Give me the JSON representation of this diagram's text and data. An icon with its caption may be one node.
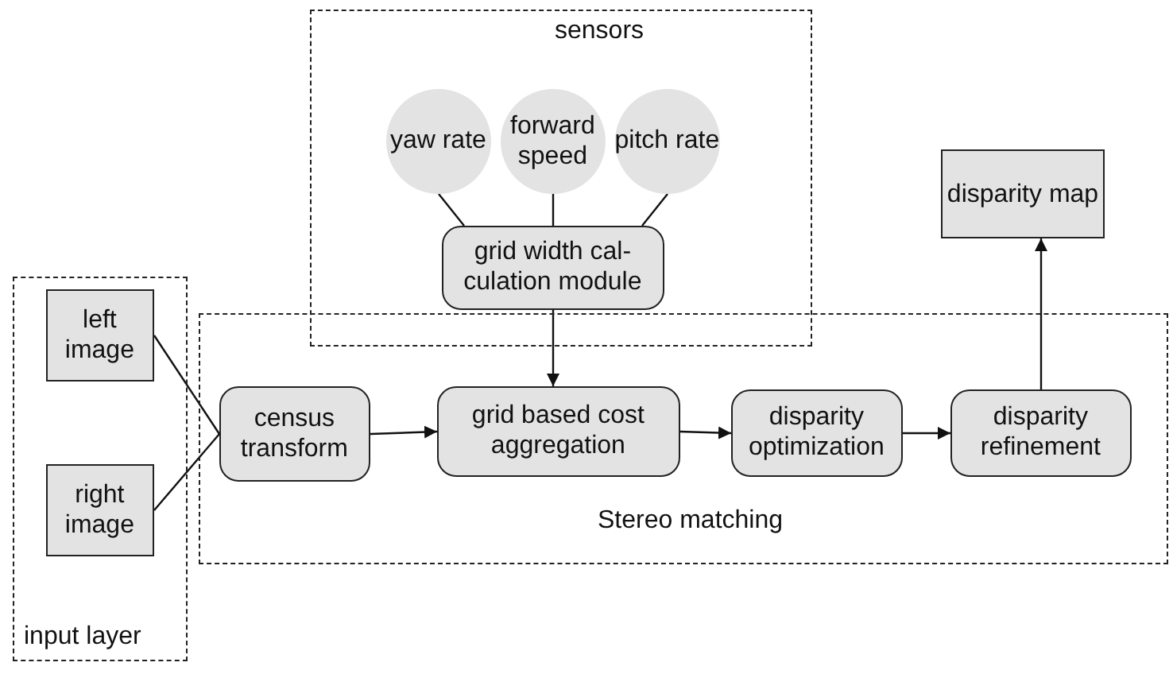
{
  "diagram": {
    "nodes": [
      {
        "text": [
          "sensors"
        ]
      },
      {
        "text": [
          "yaw rate"
        ],
        "in": 0
      },
      {
        "text": [
          "forward speed"
        ],
        "in": 0
      },
      {
        "text": [
          "pitch rate"
        ],
        "in": 0
      },
      {
        "text": [
          "grid width cal- culation module"
        ],
        "in": 0
      },
      {
        "text": [
          "input layer"
        ]
      },
      {
        "text": [
          "left image"
        ],
        "in": 5
      },
      {
        "text": [
          "right image"
        ],
        "in": 5
      },
      {
        "text": [
          "Stereo matching"
        ]
      },
      {
        "text": [
          "census transform"
        ],
        "in": 8
      },
      {
        "text": [
          "grid based cost aggregation"
        ],
        "in": 8
      },
      {
        "text": [
          "disparity optimization"
        ],
        "in": 8
      },
      {
        "text": [
          "disparity refinement"
        ],
        "in": 8
      },
      {
        "text": [
          "disparity map"
        ]
      }
    ],
    "edges": [
      {
        "from": 1,
        "to": 4,
        "arrow": "none"
      },
      {
        "from": 2,
        "to": 4,
        "arrow": "none"
      },
      {
        "from": 3,
        "to": 4,
        "arrow": "none"
      },
      {
        "from": 4,
        "to": 10,
        "arrow": "to"
      },
      {
        "from": 6,
        "to": 9,
        "arrow": "none"
      },
      {
        "from": 7,
        "to": 9,
        "arrow": "none"
      },
      {
        "from": 9,
        "to": 10,
        "arrow": "to"
      },
      {
        "from": 10,
        "to": 11,
        "arrow": "to"
      },
      {
        "from": 11,
        "to": 12,
        "arrow": "to"
      },
      {
        "from": 12,
        "to": 13,
        "arrow": "to"
      }
    ]
  }
}
